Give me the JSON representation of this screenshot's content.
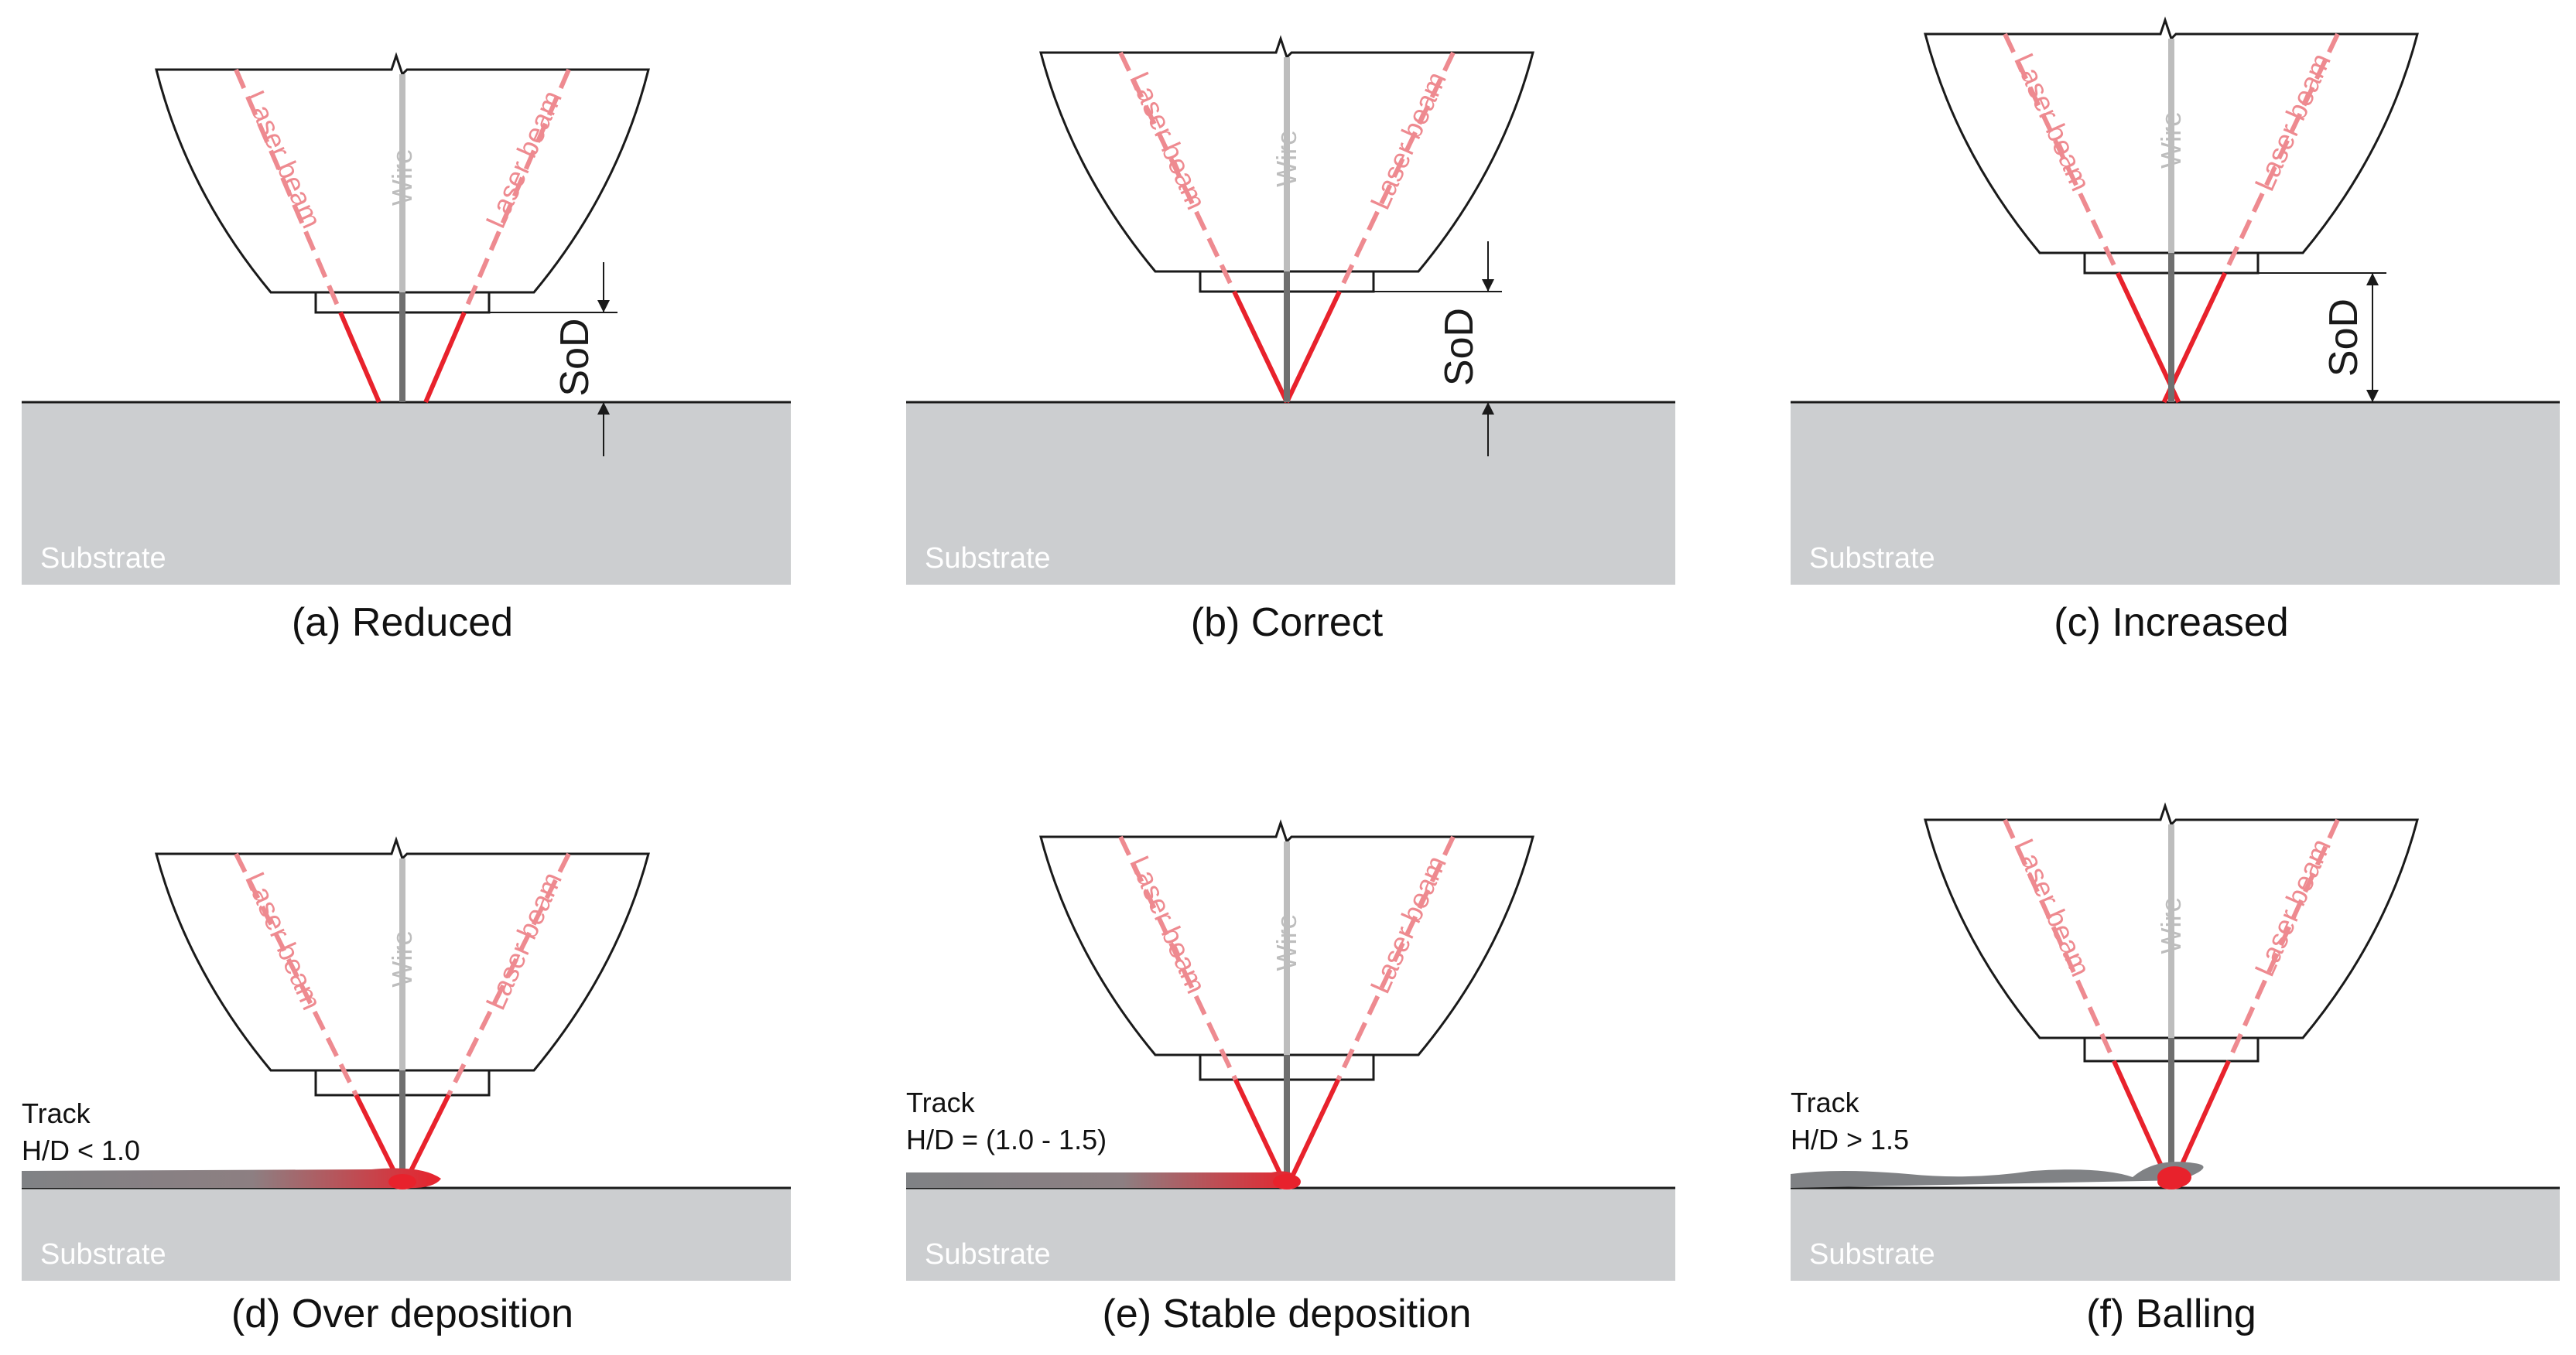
{
  "labels": {
    "laser_beam": "Laser beam",
    "wire": "Wire",
    "substrate": "Substrate",
    "sod": "SoD",
    "track": "Track"
  },
  "colors": {
    "substrate": "#ccced0",
    "laser_red": "#e8222c",
    "laser_dashed": "#ee8a90",
    "wire_grey": "#bdbdbd",
    "wire_dark": "#6f6f6f",
    "track_grey": "#808285",
    "outline": "#1a1a1a"
  },
  "panels": [
    {
      "id": "a",
      "caption": "(a) Reduced",
      "sod_marker": "inward-arrows",
      "hd_label": ""
    },
    {
      "id": "b",
      "caption": "(b) Correct",
      "sod_marker": "inward-arrows",
      "hd_label": ""
    },
    {
      "id": "c",
      "caption": "(c) Increased",
      "sod_marker": "double-headed",
      "hd_label": ""
    },
    {
      "id": "d",
      "caption": "(d) Over deposition",
      "sod_marker": "none",
      "hd_label": "H/D < 1.0"
    },
    {
      "id": "e",
      "caption": "(e) Stable deposition",
      "sod_marker": "none",
      "hd_label": "H/D = (1.0 - 1.5)"
    },
    {
      "id": "f",
      "caption": "(f) Balling",
      "sod_marker": "none",
      "hd_label": "H/D > 1.5"
    }
  ]
}
